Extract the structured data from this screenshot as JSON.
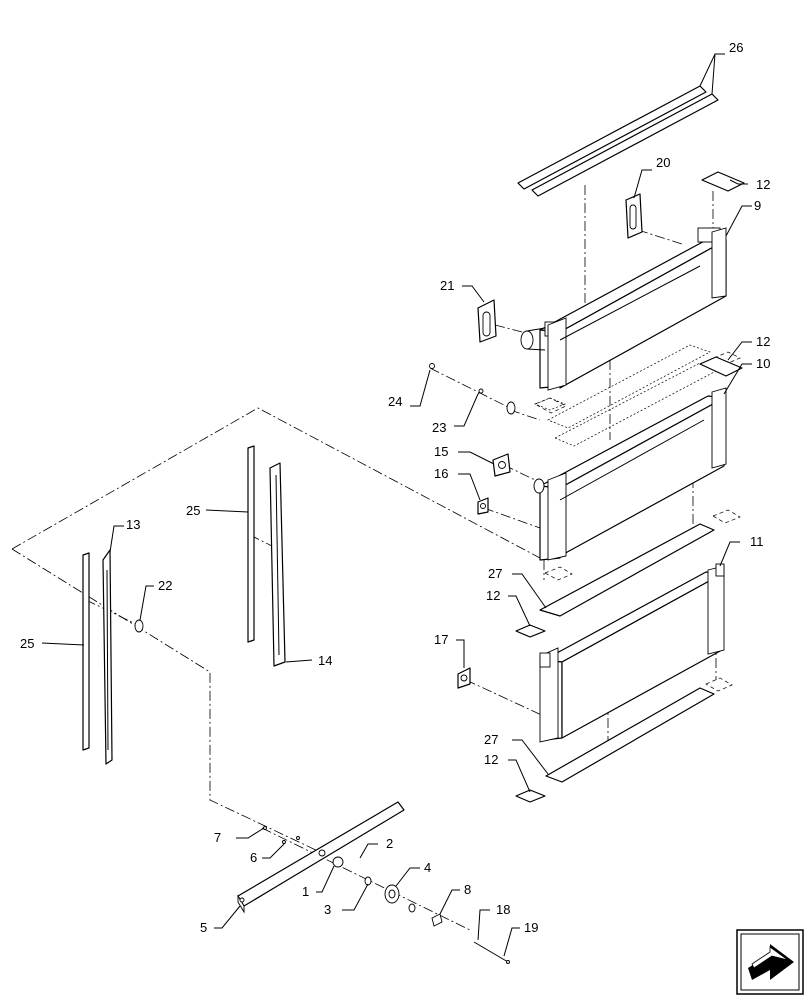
{
  "callouts": {
    "c1": "1",
    "c2": "2",
    "c3": "3",
    "c4": "4",
    "c5": "5",
    "c6": "6",
    "c7": "7",
    "c8": "8",
    "c9": "9",
    "c10": "10",
    "c11": "11",
    "c12a": "12",
    "c12b": "12",
    "c12c": "12",
    "c12d": "12",
    "c13": "13",
    "c14": "14",
    "c15": "15",
    "c16": "16",
    "c17": "17",
    "c18": "18",
    "c19": "19",
    "c20": "20",
    "c21": "21",
    "c22": "22",
    "c23": "23",
    "c24": "24",
    "c25a": "25",
    "c25b": "25",
    "c26": "26",
    "c27a": "27",
    "c27b": "27"
  },
  "nav_icon": "arrow-box-icon"
}
